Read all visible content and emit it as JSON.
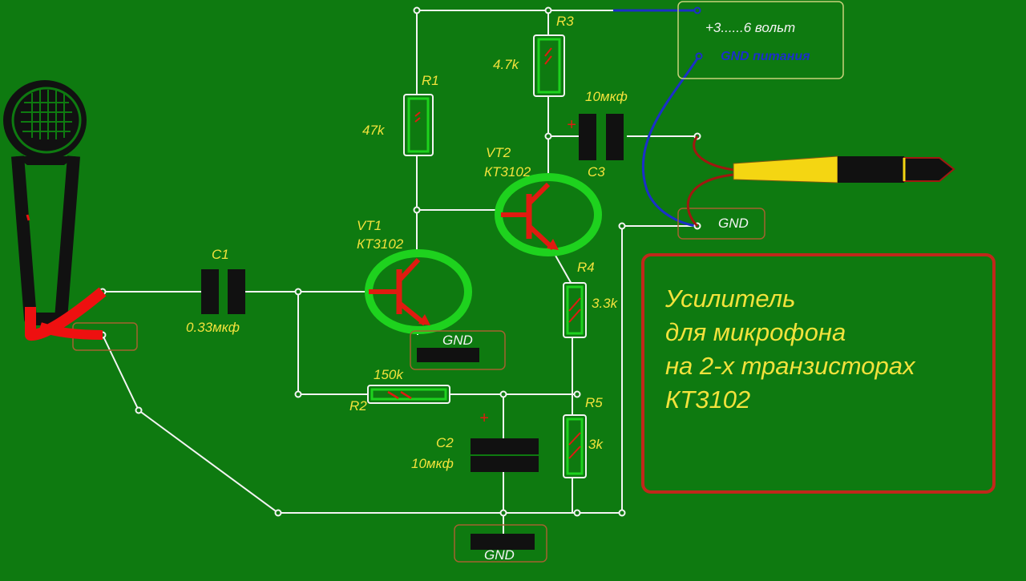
{
  "title_lines": [
    "Усилитель",
    "для микрофона",
    "на 2-х транзисторах",
    "КТ3102"
  ],
  "power": {
    "plus": "+3......6 вольт",
    "gnd": "GND питания"
  },
  "components": {
    "r1": {
      "ref": "R1",
      "value": "47k"
    },
    "r2": {
      "ref": "R2",
      "value": "150k"
    },
    "r3": {
      "ref": "R3",
      "value": "4.7k"
    },
    "r4": {
      "ref": "R4",
      "value": "3.3k"
    },
    "r5": {
      "ref": "R5",
      "value": "3k"
    },
    "c1": {
      "ref": "C1",
      "value": "0.33мкф"
    },
    "c2": {
      "ref": "C2",
      "value": "10мкф"
    },
    "c3": {
      "ref": "C3",
      "value": "10мкф"
    },
    "vt1": {
      "ref": "VT1",
      "value": "КТ3102"
    },
    "vt2": {
      "ref": "VT2",
      "value": "КТ3102"
    }
  },
  "gnd_labels": {
    "vt1": "GND",
    "jack": "GND",
    "bottom": "GND"
  },
  "polarity_mark": "+",
  "colors": {
    "board": "#0e7a10",
    "wire": "#f4f4f4",
    "label": "#f2e23c",
    "transistor_ring": "#1ed21e",
    "transistor_symbol": "#e01b10",
    "gnd_wire": "#1b2fc9",
    "title_frame": "#c0281a",
    "jack_yellow": "#f4d612",
    "mic_red": "#ee1010"
  }
}
